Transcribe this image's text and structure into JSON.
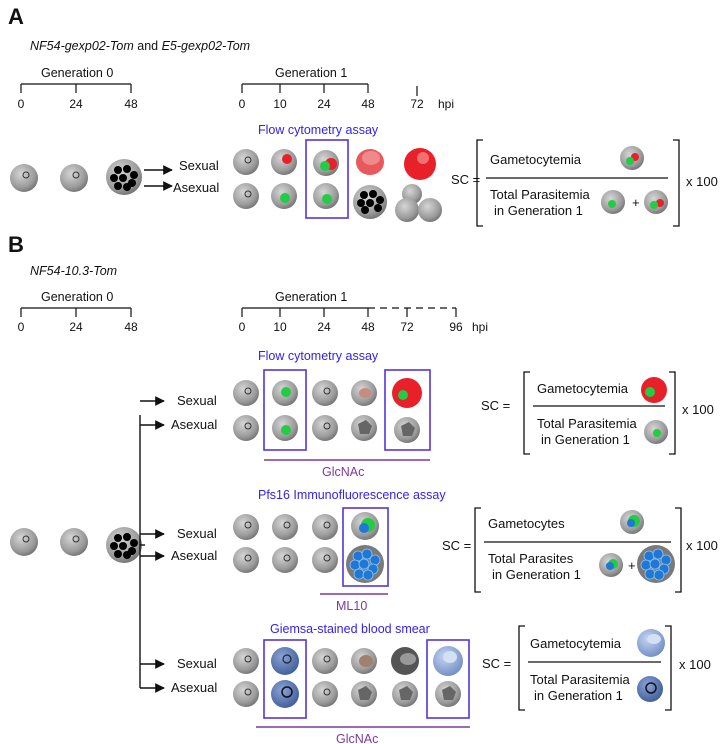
{
  "panel_a": {
    "label": "A",
    "strain_1": "NF54-gexp02-Tom",
    "strain_joiner": " and ",
    "strain_2": "E5-gexp02-Tom",
    "gen0_title": "Generation 0",
    "gen0_ticks": [
      "0",
      "24",
      "48"
    ],
    "gen1_title": "Generation 1",
    "gen1_ticks": [
      "0",
      "10",
      "24",
      "48"
    ],
    "extra_tick": "72",
    "hpi": "hpi",
    "sexual": "Sexual",
    "asexual": "Asexual",
    "assay": "Flow cytometry assay",
    "formula": {
      "lhs": "SC =",
      "numerator": "Gametocytemia",
      "denominator_1": "Total Parasitemia",
      "denominator_2": "in Generation 1",
      "plus": "+",
      "times": "x 100"
    }
  },
  "panel_b": {
    "label": "B",
    "strain": "NF54-10.3-Tom",
    "gen0_title": "Generation 0",
    "gen0_ticks": [
      "0",
      "24",
      "48"
    ],
    "gen1_title": "Generation 1",
    "gen1_ticks": [
      "0",
      "10",
      "24",
      "48",
      "72",
      "96"
    ],
    "hpi": "hpi",
    "rows": [
      {
        "assay": "Flow cytometry assay",
        "sexual": "Sexual",
        "asexual": "Asexual",
        "drug": "GlcNAc",
        "formula": {
          "lhs": "SC =",
          "numerator": "Gametocytemia",
          "denominator_1": "Total Parasitemia",
          "denominator_2": "in Generation 1",
          "times": "x 100"
        }
      },
      {
        "assay": "Pfs16 Immunofluorescence assay",
        "sexual": "Sexual",
        "asexual": "Asexual",
        "drug": "ML10",
        "formula": {
          "lhs": "SC =",
          "numerator": "Gametocytes",
          "denominator_1": "Total Parasites",
          "denominator_2": "in Generation 1",
          "plus": "+",
          "times": "x 100"
        }
      },
      {
        "assay": "Giemsa-stained blood smear",
        "sexual": "Sexual",
        "asexual": "Asexual",
        "drug": "GlcNAc",
        "formula": {
          "lhs": "SC =",
          "numerator": "Gametocytemia",
          "denominator_1": "Total Parasitemia",
          "denominator_2": "in Generation 1",
          "times": "x 100"
        }
      }
    ]
  },
  "colors": {
    "box": "#5533dd",
    "assay_text": "#3322ee",
    "drug_text": "#7a3aa0",
    "rbc": "#8a8a8a",
    "tom_red": "#e8202a",
    "gexp_green": "#22cc44",
    "pfs16_blue": "#1f78d6",
    "giemsa_blue": "#4a6aa8"
  }
}
